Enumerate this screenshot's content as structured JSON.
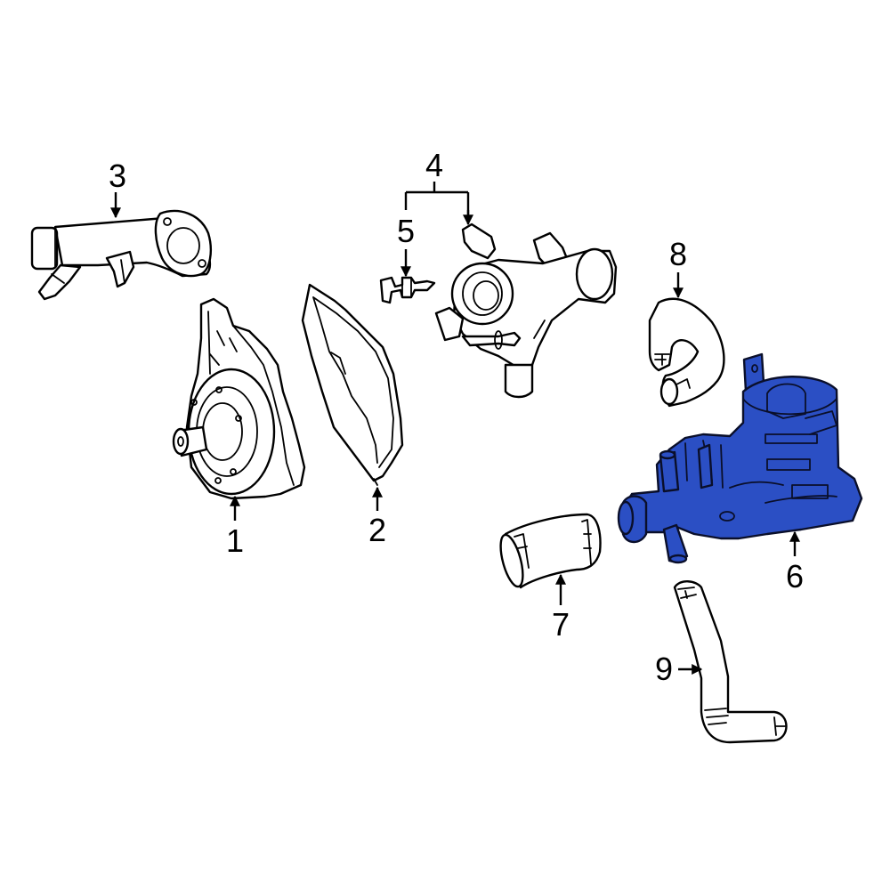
{
  "diagram": {
    "highlight_color": "#2b4fc4",
    "highlighted_part": "6",
    "callouts": [
      {
        "id": "1",
        "label": "1",
        "part": "water-pump"
      },
      {
        "id": "2",
        "label": "2",
        "part": "water-pump-gasket"
      },
      {
        "id": "3",
        "label": "3",
        "part": "coolant-inlet-pipe"
      },
      {
        "id": "4",
        "label": "4",
        "part": "thermostat-housing"
      },
      {
        "id": "5",
        "label": "5",
        "part": "bleeder-valve"
      },
      {
        "id": "6",
        "label": "6",
        "part": "coolant-control-valve-housing"
      },
      {
        "id": "7",
        "label": "7",
        "part": "connector-hose"
      },
      {
        "id": "8",
        "label": "8",
        "part": "bypass-hose"
      },
      {
        "id": "9",
        "label": "9",
        "part": "outlet-hose"
      }
    ]
  }
}
